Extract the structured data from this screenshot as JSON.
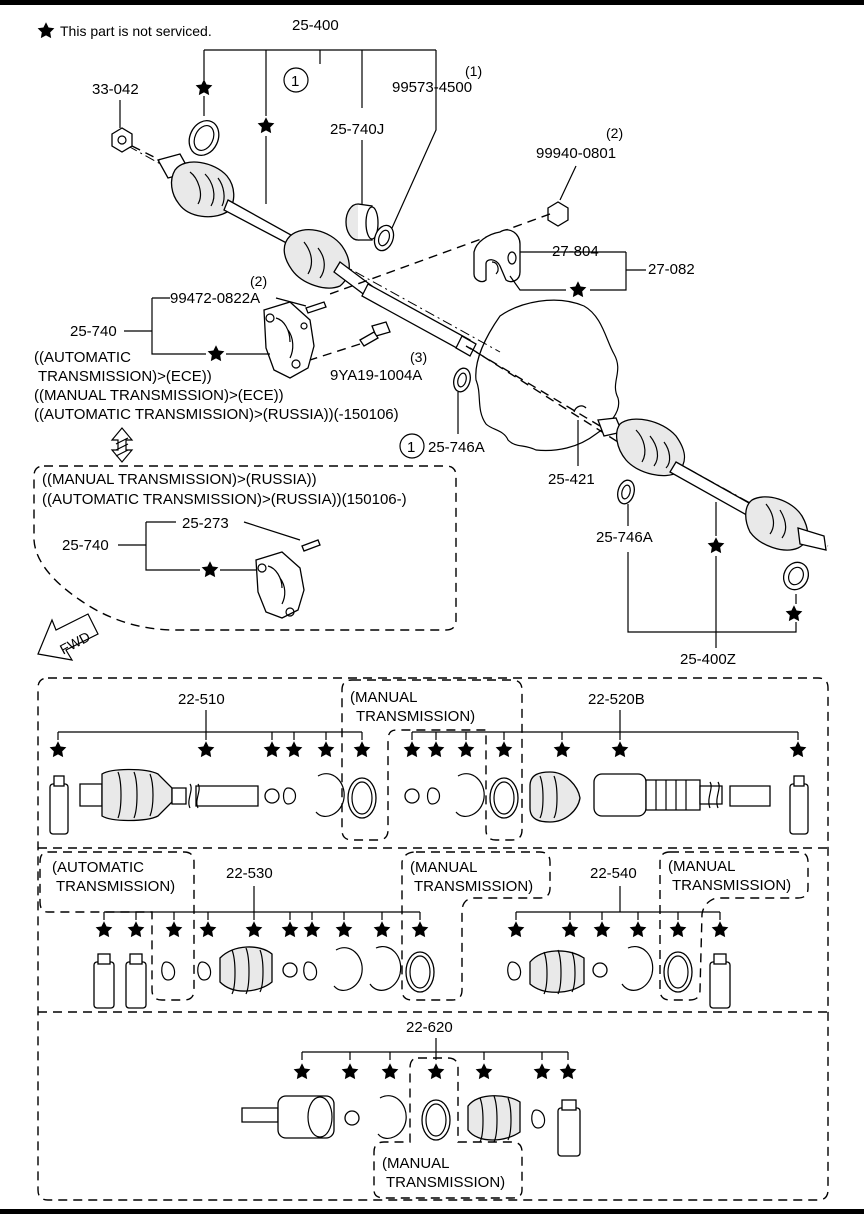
{
  "legend": {
    "text": "This part is not serviced."
  },
  "labels": {
    "p25_400": "25-400",
    "p33_042": "33-042",
    "p99573_num": "(1)",
    "p99573": "99573-4500",
    "p25_740J": "25-740J",
    "p99940_num": "(2)",
    "p99940": "99940-0801",
    "p27_804": "27-804",
    "p27_082": "27-082",
    "p99472_num": "(2)",
    "p99472": "99472-0822A",
    "p25_740": "25-740",
    "p9YA19_num": "(3)",
    "p9YA19": "9YA19-1004A",
    "cond1": "((AUTOMATIC",
    "cond2": "TRANSMISSION)>(ECE))",
    "cond3": "((MANUAL TRANSMISSION)>(ECE))",
    "cond4": "((AUTOMATIC TRANSMISSION)>(RUSSIA))(-150106)",
    "callout1": "1",
    "callout2": "1",
    "p25_746A_left": "25-746A",
    "p25_421": "25-421",
    "p25_746A_right": "25-746A",
    "p25_400Z": "25-400Z",
    "alt1": "((MANUAL TRANSMISSION)>(RUSSIA))",
    "alt2": "((AUTOMATIC TRANSMISSION)>(RUSSIA))(150106-)",
    "alt_25_740": "25-740",
    "alt_25_273": "25-273",
    "fwd": "FWD"
  },
  "kits": {
    "k22_510": "22-510",
    "manual_a1": "(MANUAL",
    "manual_a2": "TRANSMISSION)",
    "k22_520B": "22-520B",
    "auto_b1": "(AUTOMATIC",
    "auto_b2": "TRANSMISSION)",
    "k22_530": "22-530",
    "manual_c1": "(MANUAL",
    "manual_c2": "TRANSMISSION)",
    "k22_540": "22-540",
    "manual_d1": "(MANUAL",
    "manual_d2": "TRANSMISSION)",
    "k22_620": "22-620",
    "manual_e1": "(MANUAL",
    "manual_e2": "TRANSMISSION)"
  }
}
